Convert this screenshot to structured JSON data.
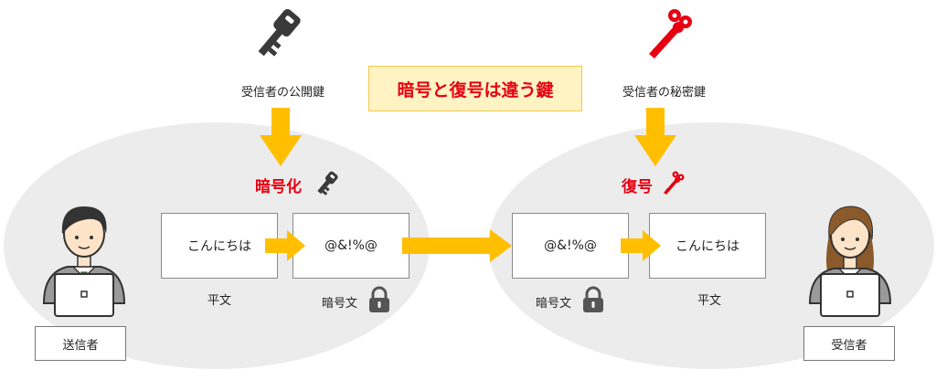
{
  "banner": {
    "text": "暗号と復号は違う鍵"
  },
  "keys": {
    "public_key_label": "受信者の公開鍵",
    "private_key_label": "受信者の秘密鍵",
    "public_key_icon": "key-icon",
    "private_key_icon": "key-icon"
  },
  "steps": {
    "encrypt_label": "暗号化",
    "decrypt_label": "復号"
  },
  "sender_side": {
    "plaintext": "こんにちは",
    "plaintext_caption": "平文",
    "ciphertext": "@&!%@",
    "ciphertext_caption": "暗号文"
  },
  "receiver_side": {
    "ciphertext": "@&!%@",
    "ciphertext_caption": "暗号文",
    "plaintext": "こんにちは",
    "plaintext_caption": "平文"
  },
  "people": {
    "sender_label": "送信者",
    "receiver_label": "受信者"
  },
  "colors": {
    "accent_red": "#e60012",
    "arrow_yellow": "#ffbf00",
    "key_dark": "#3a3a3a",
    "ellipse_gray": "#ececec",
    "banner_fill": "#fff3c4"
  }
}
